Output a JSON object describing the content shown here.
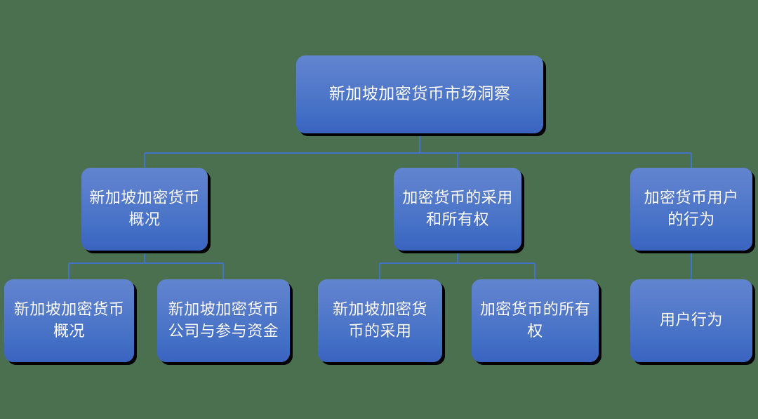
{
  "diagram": {
    "title": "新加坡加密货币市场洞察",
    "type": "organization-tree",
    "background_color": "#4a7050",
    "node_fill_top": "#6184cf",
    "node_fill_bottom": "#3a63c0",
    "node_text_color": "#ffffff",
    "connector_color": "#4472c4",
    "shadow_color": "#000000",
    "levels": 3
  },
  "nodes": {
    "root": {
      "id": "root",
      "label": "新加坡加密货币市场洞察",
      "level": 1
    },
    "branch_overview": {
      "id": "branch-overview",
      "label": "新加坡加密货币概况",
      "level": 2
    },
    "branch_adoption": {
      "id": "branch-adoption",
      "label": "加密货币的采用和所有权",
      "level": 2
    },
    "branch_behavior": {
      "id": "branch-behavior",
      "label": "加密货币用户的行为",
      "level": 2
    },
    "leaf_overview": {
      "id": "leaf-overview",
      "label": "新加坡加密货币概况",
      "level": 3
    },
    "leaf_companies": {
      "id": "leaf-companies",
      "label": "新加坡加密货币公司与参与资金",
      "level": 3
    },
    "leaf_adoption": {
      "id": "leaf-adoption",
      "label": "新加坡加密货币的采用",
      "level": 3
    },
    "leaf_ownership": {
      "id": "leaf-ownership",
      "label": "加密货币的所有权",
      "level": 3
    },
    "leaf_behavior": {
      "id": "leaf-behavior",
      "label": "用户行为",
      "level": 3
    }
  },
  "edges": [
    {
      "from": "root",
      "to": "branch-overview"
    },
    {
      "from": "root",
      "to": "branch-adoption"
    },
    {
      "from": "root",
      "to": "branch-behavior"
    },
    {
      "from": "branch-overview",
      "to": "leaf-overview"
    },
    {
      "from": "branch-overview",
      "to": "leaf-companies"
    },
    {
      "from": "branch-adoption",
      "to": "leaf-adoption"
    },
    {
      "from": "branch-adoption",
      "to": "leaf-ownership"
    },
    {
      "from": "branch-behavior",
      "to": "leaf-behavior"
    }
  ]
}
